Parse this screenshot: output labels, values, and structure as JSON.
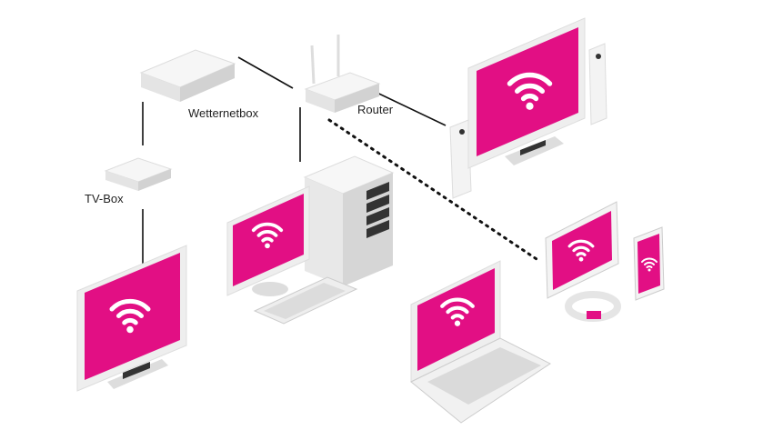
{
  "labels": {
    "wetternetbox": "Wetternetbox",
    "router": "Router",
    "tv_box": "TV-Box"
  },
  "colors": {
    "screen": "#e20f84",
    "device": "#f2f2f2",
    "device_shade": "#d9d9d9",
    "line": "#111111"
  },
  "icons": [
    "wifi-icon"
  ]
}
